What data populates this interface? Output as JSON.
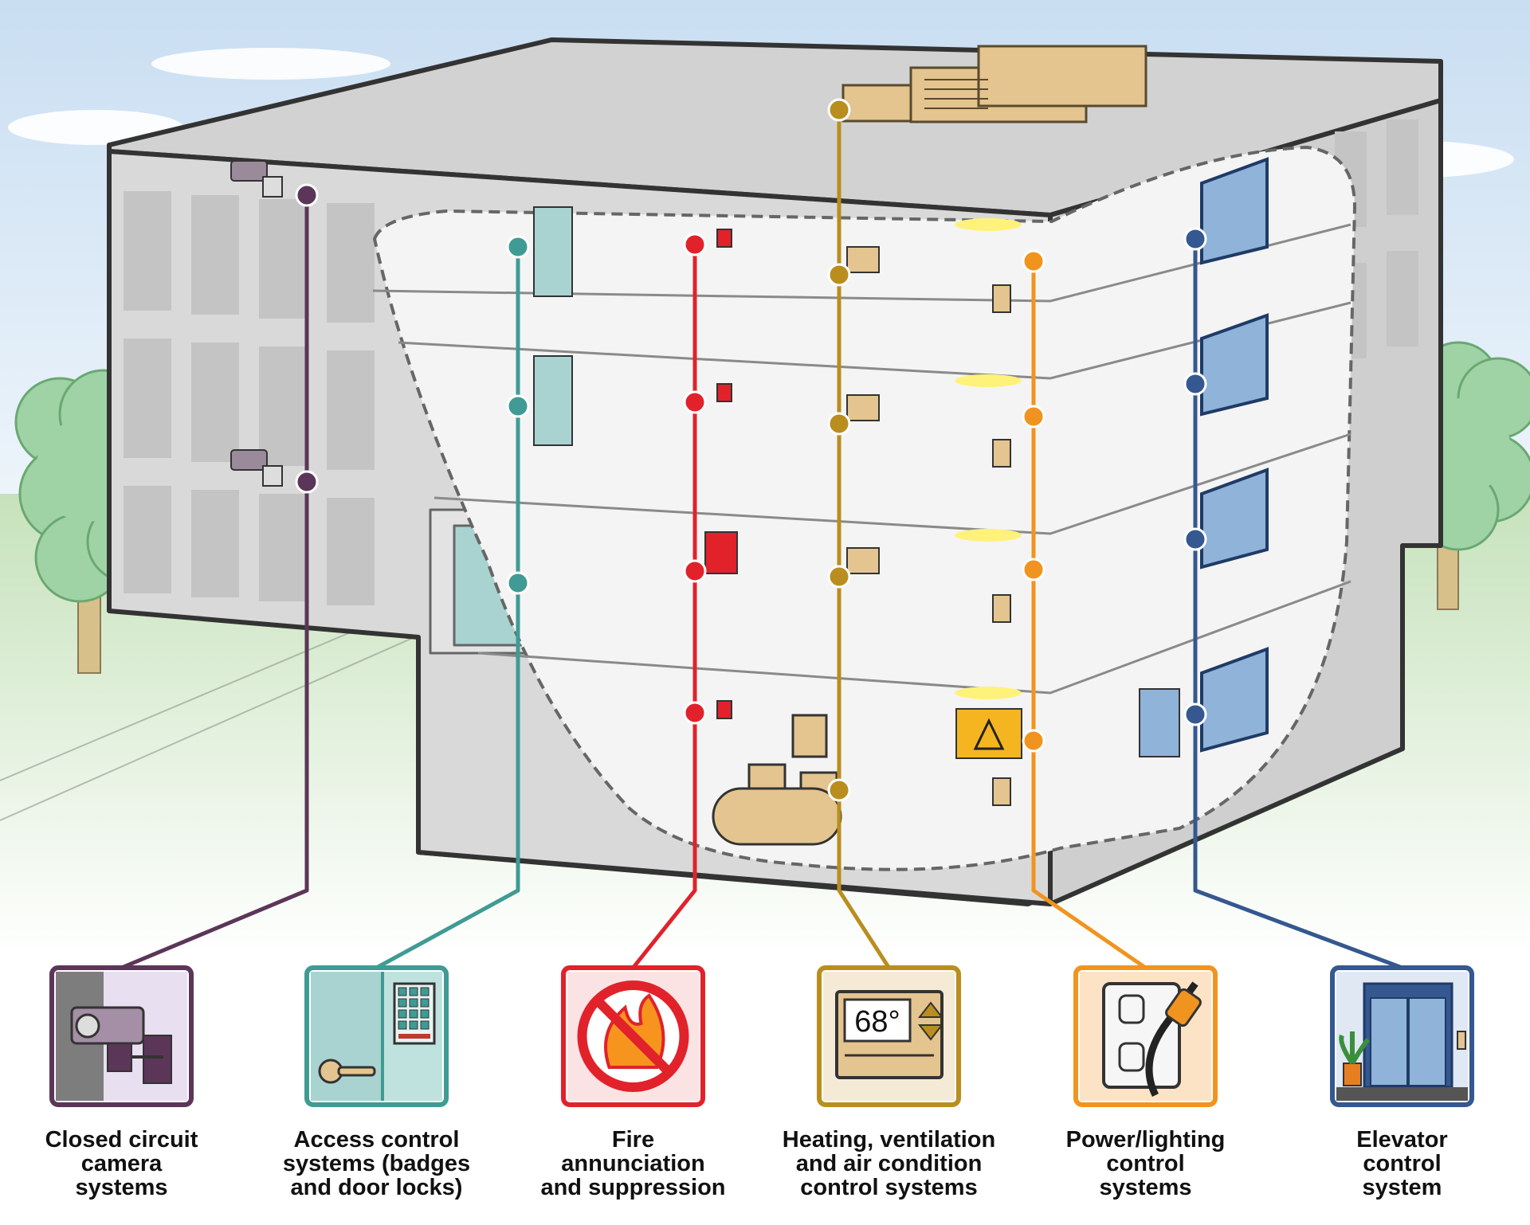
{
  "colors": {
    "cctv": "#5b3658",
    "access": "#3f9b93",
    "fire": "#e1222b",
    "hvac": "#b98e1f",
    "power": "#f0941f",
    "elevator": "#34588f",
    "building": "#d9d9d9",
    "sky": "#dcebf7",
    "grass": "#cfe6c4"
  },
  "systems": [
    {
      "key": "cctv",
      "icon": "security-camera-icon",
      "label_lines": [
        "Closed circuit",
        "camera",
        "systems"
      ]
    },
    {
      "key": "access",
      "icon": "keypad-door-lock-icon",
      "label_lines": [
        "Access control",
        "systems (badges",
        "and door locks)"
      ]
    },
    {
      "key": "fire",
      "icon": "no-fire-icon",
      "label_lines": [
        "Fire",
        "annunciation",
        "and suppression"
      ]
    },
    {
      "key": "hvac",
      "icon": "thermostat-icon",
      "thermostat_reading": "68°",
      "label_lines": [
        "Heating, ventilation",
        "and air condition",
        "control systems"
      ]
    },
    {
      "key": "power",
      "icon": "power-outlet-plug-icon",
      "label_lines": [
        "Power/lighting",
        "control",
        "systems"
      ]
    },
    {
      "key": "elevator",
      "icon": "elevator-icon",
      "label_lines": [
        "Elevator",
        "control",
        "system"
      ]
    }
  ]
}
